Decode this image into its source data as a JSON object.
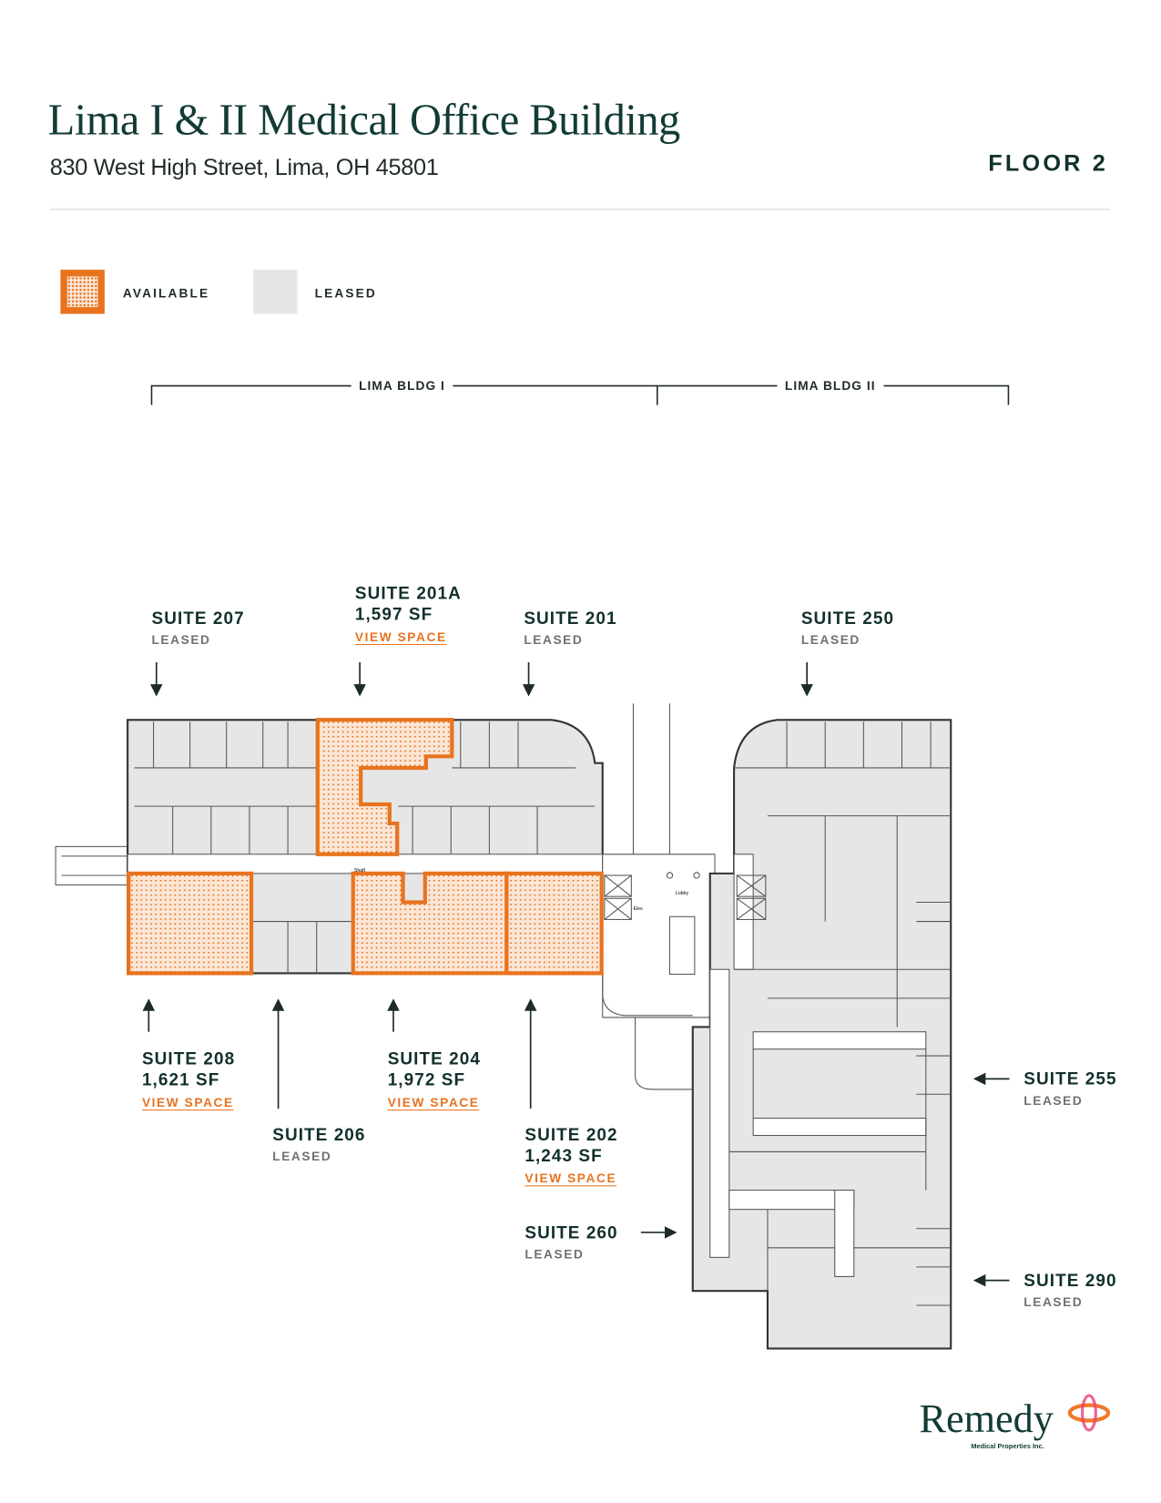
{
  "header": {
    "title": "Lima I & II Medical Office Building",
    "address": "830 West High Street, Lima, OH 45801",
    "floor": "FLOOR 2"
  },
  "legend": {
    "available": "AVAILABLE",
    "leased": "LEASED"
  },
  "colors": {
    "brand": "#123b35",
    "available": "#e8731f",
    "leased": "#e6e6e6"
  },
  "buildings": {
    "bldg1": "LIMA BLDG I",
    "bldg2": "LIMA BLDG II"
  },
  "suites": {
    "s207": {
      "name": "SUITE 207",
      "status": "LEASED"
    },
    "s201a": {
      "name": "SUITE 201A",
      "size": "1,597 SF",
      "link": "VIEW SPACE"
    },
    "s201": {
      "name": "SUITE 201",
      "status": "LEASED"
    },
    "s250": {
      "name": "SUITE 250",
      "status": "LEASED"
    },
    "s208": {
      "name": "SUITE 208",
      "size": "1,621 SF",
      "link": "VIEW SPACE"
    },
    "s206": {
      "name": "SUITE 206",
      "status": "LEASED"
    },
    "s204": {
      "name": "SUITE 204",
      "size": "1,972 SF",
      "link": "VIEW SPACE"
    },
    "s202": {
      "name": "SUITE 202",
      "size": "1,243 SF",
      "link": "VIEW SPACE"
    },
    "s260": {
      "name": "SUITE 260",
      "status": "LEASED"
    },
    "s255": {
      "name": "SUITE 255",
      "status": "LEASED"
    },
    "s290": {
      "name": "SUITE 290",
      "status": "LEASED"
    }
  },
  "plan_labels": {
    "lobby": "Lobby",
    "elev": "Elev.",
    "shaft": "Shaft"
  },
  "logo": {
    "name": "Remedy",
    "tagline": "Medical Properties Inc."
  }
}
